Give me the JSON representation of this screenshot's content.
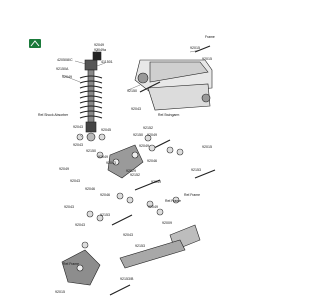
{
  "labels": {
    "92049": "92049",
    "920490": "92049a",
    "420508": "420508/C",
    "92150a": "92150A",
    "92049b": "92049",
    "411501": "411501",
    "92150": "92150",
    "92015a": "92015",
    "92015": "92015",
    "92043": "92043",
    "92153": "92153",
    "92029": "92029",
    "92043b": "92043",
    "92045": "92045",
    "92150b": "92150",
    "92015b": "92015",
    "92043c": "92043",
    "92150c": "92150",
    "92152": "92152",
    "92049c": "92049",
    "92049d": "92049",
    "92046": "92046",
    "92049e": "92049",
    "92043d": "92043",
    "92152b": "92152",
    "92043e": "92043",
    "92046b": "92046",
    "920462": "92046",
    "92049f": "92049",
    "92049g": "92049",
    "92043f": "92043",
    "92153b": "92153",
    "92043g": "92043",
    "92049h": "92049",
    "92009": "92009",
    "92043h": "92043",
    "92153c": "92153",
    "92153d": "92153/B",
    "92015c": "92015",
    "refFrameTop": "Frame",
    "refShock": "Ref.Shock Absorber",
    "refSwingarm": "Ref.Swingarm",
    "refFrame": "Ref.Frame",
    "refFrame2": "Ref.Frame",
    "refFrame3": "Ref.Frame"
  }
}
